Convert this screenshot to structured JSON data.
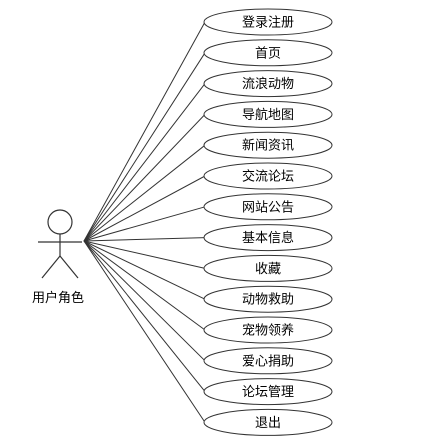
{
  "actor": {
    "label": "用户角色"
  },
  "use_cases": [
    {
      "label": "登录注册"
    },
    {
      "label": "首页"
    },
    {
      "label": "流浪动物"
    },
    {
      "label": "导航地图"
    },
    {
      "label": "新闻资讯"
    },
    {
      "label": "交流论坛"
    },
    {
      "label": "网站公告"
    },
    {
      "label": "基本信息"
    },
    {
      "label": "收藏"
    },
    {
      "label": "动物救助"
    },
    {
      "label": "宠物领养"
    },
    {
      "label": "爱心捐助"
    },
    {
      "label": "论坛管理"
    },
    {
      "label": "退出"
    }
  ]
}
